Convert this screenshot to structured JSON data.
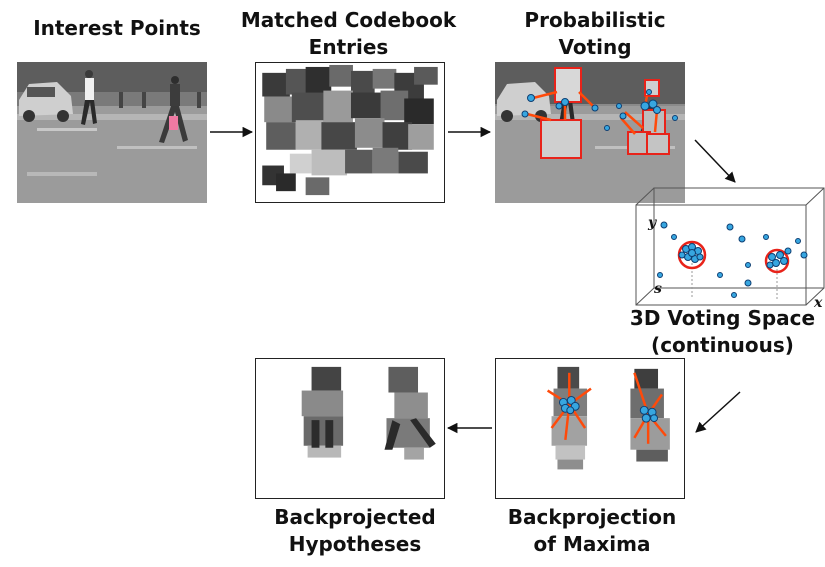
{
  "labels": {
    "interest_points": "Interest Points",
    "matched_codebook": [
      "Matched Codebook",
      "Entries"
    ],
    "probabilistic_voting": [
      "Probabilistic",
      "Voting"
    ],
    "voting_space": [
      "3D Voting Space",
      "(continuous)"
    ],
    "backprojection_maxima": [
      "Backprojection",
      "of Maxima"
    ],
    "backprojected_hypotheses": [
      "Backprojected",
      "Hypotheses"
    ]
  },
  "axes": {
    "y": "y",
    "s": "s",
    "x": "x"
  },
  "colors": {
    "vote_fill": "#37a6e0",
    "vote_stroke": "#0d3f73",
    "highlight_red": "#e8231a",
    "arrow_orange": "#ff4a0a",
    "patch_dark": "#2e2e2e",
    "patch_light": "#cfcfcf"
  }
}
